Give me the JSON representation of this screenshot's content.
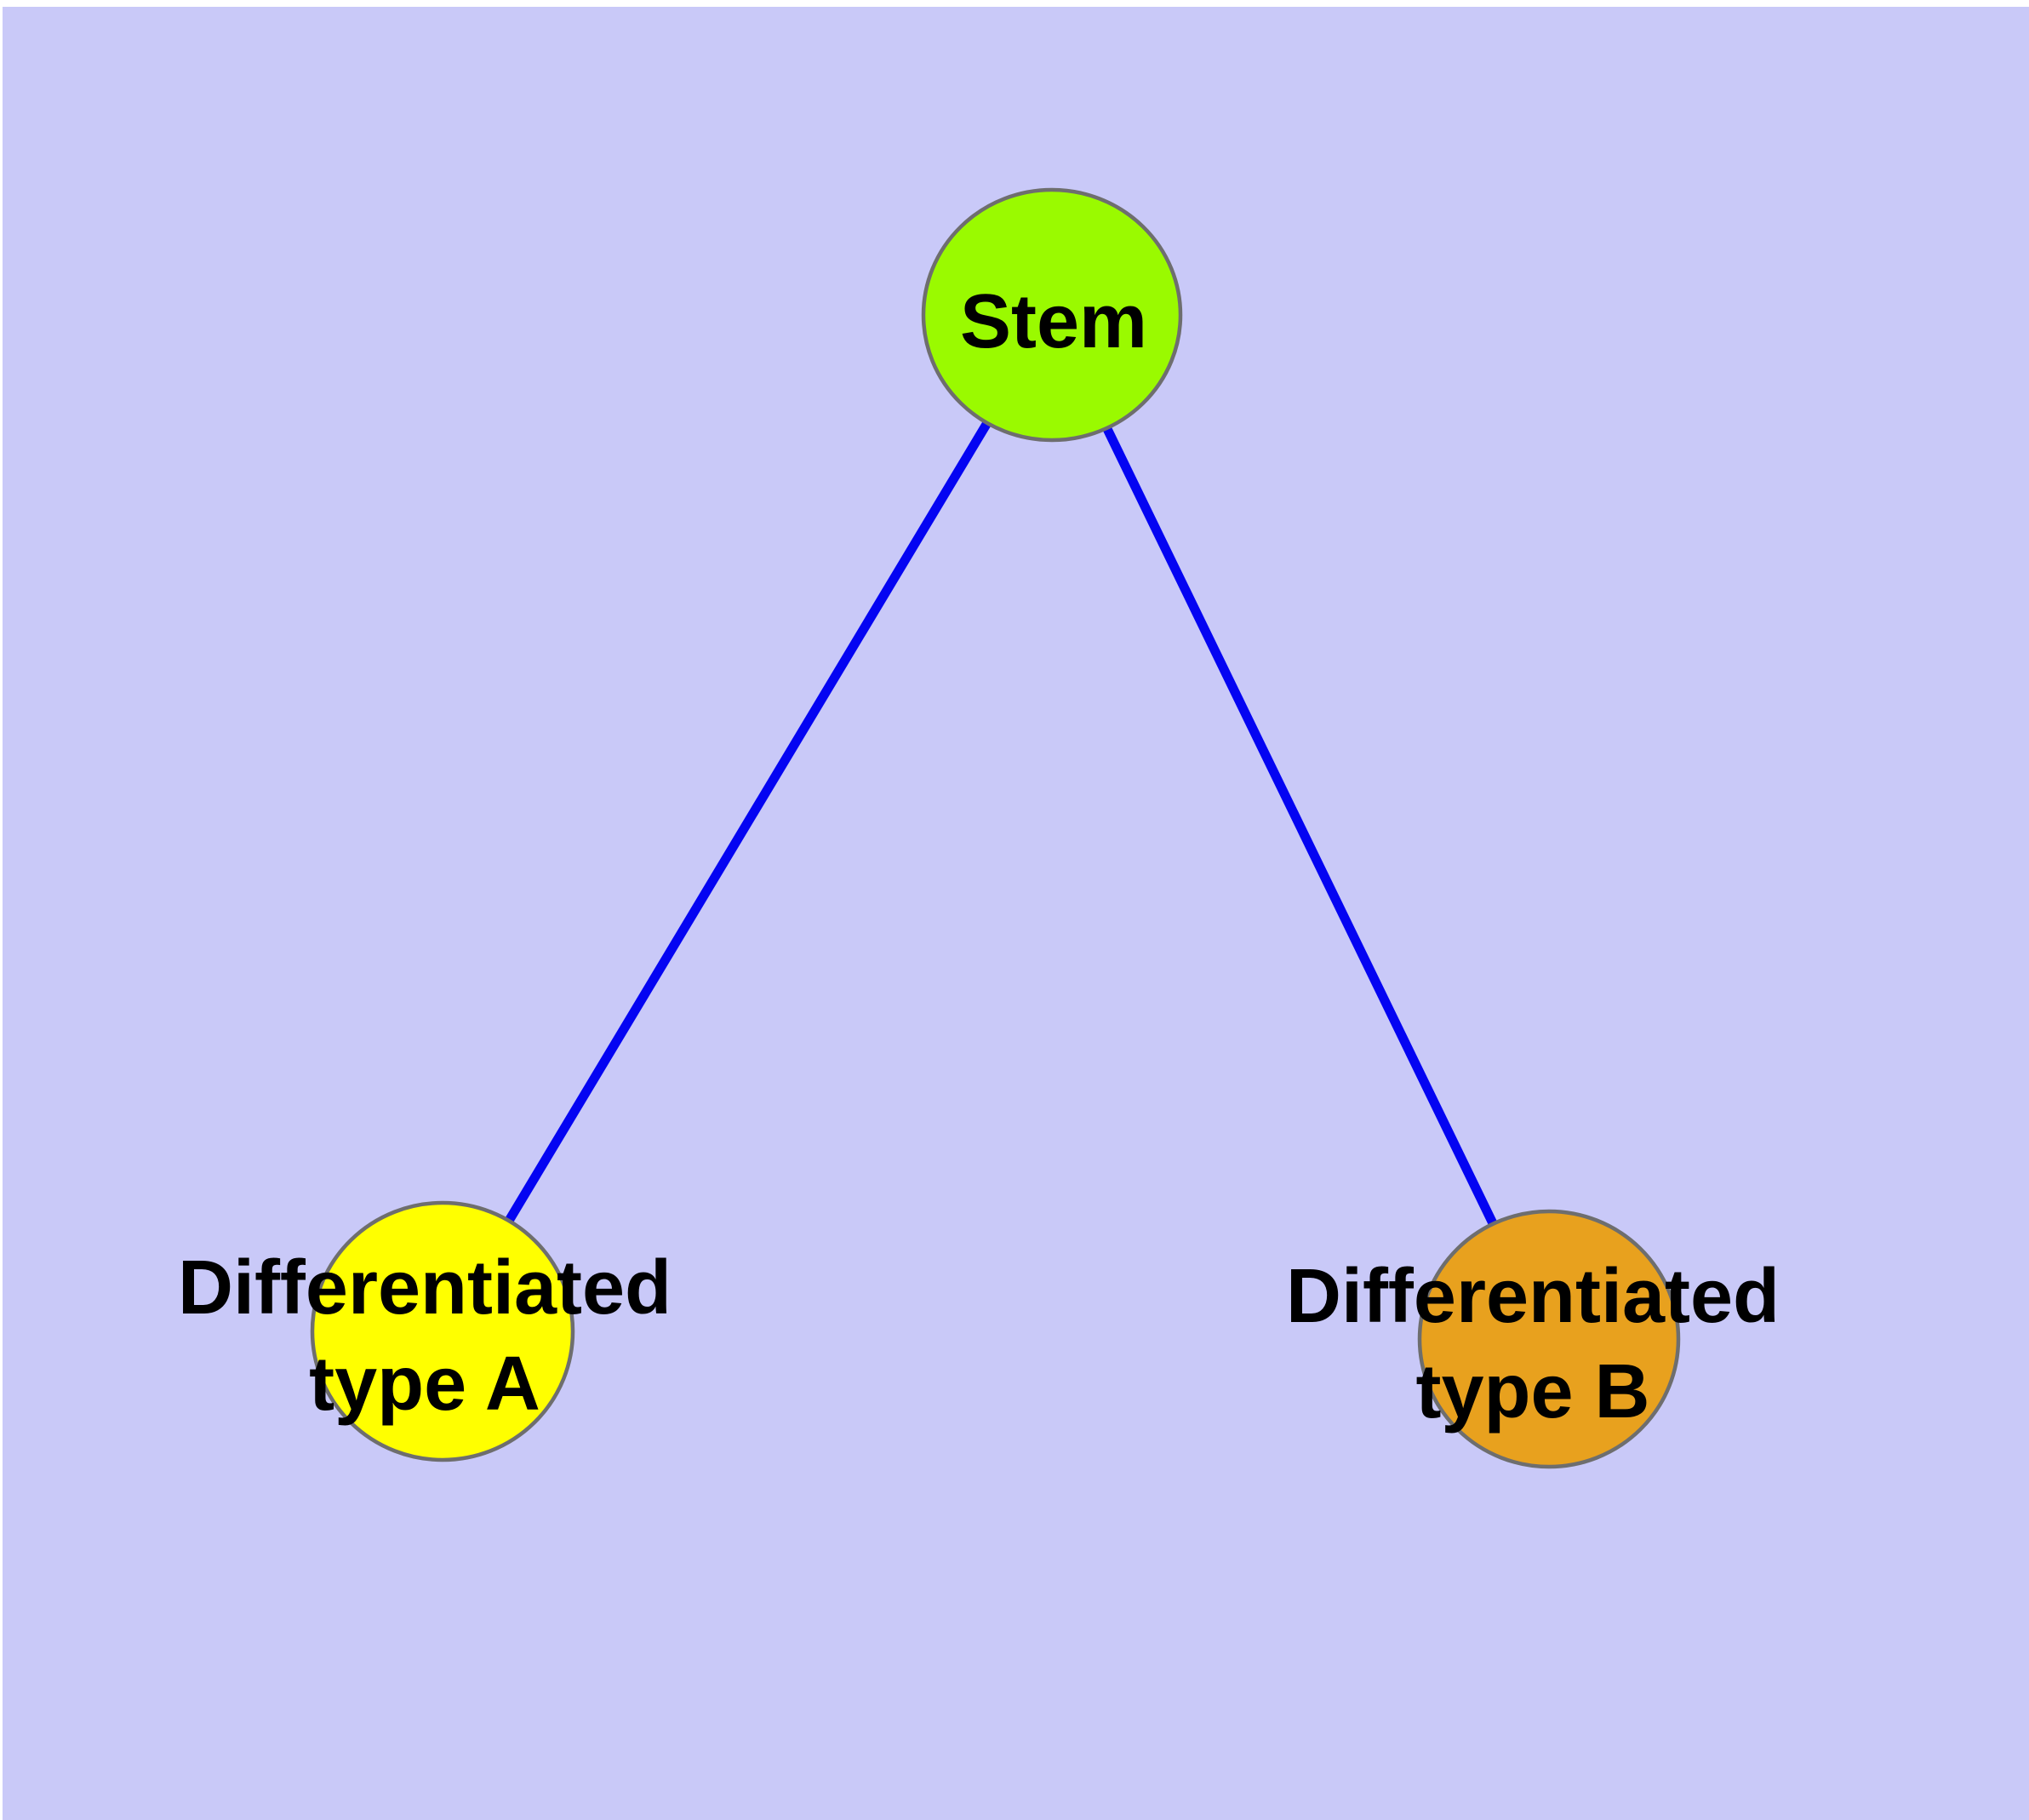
{
  "canvas": {
    "margin_color": "#ffffff",
    "panel_color": "#c9c9f8"
  },
  "graph": {
    "edge_color": "#0404f2",
    "node_border_color": "#6e6e6e",
    "label_color": "#000000",
    "nodes": {
      "stem": {
        "label": "Stem",
        "fill": "#9afa00"
      },
      "type_a": {
        "label_line1": "Differentiated",
        "label_line2": "type A",
        "fill": "#ffff00"
      },
      "type_b": {
        "label_line1": "Differentiated",
        "label_line2": "type B",
        "fill": "#e8a11e"
      }
    },
    "edges": [
      {
        "from": "Stem",
        "to": "Differentiated type A"
      },
      {
        "from": "Stem",
        "to": "Differentiated type B"
      }
    ]
  }
}
